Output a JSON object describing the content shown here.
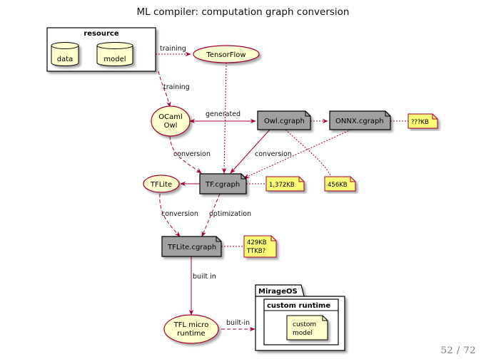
{
  "title": "ML compiler: computation graph conversion",
  "resource": {
    "label": "resource",
    "items": [
      "data",
      "model"
    ]
  },
  "nodes": {
    "tensorflow": "TensorFlow",
    "owl": [
      "OCaml",
      "Owl"
    ],
    "owl_cgraph": "Owl.cgraph",
    "onnx_cgraph": "ONNX.cgraph",
    "tflite": "TFLite",
    "tf_cgraph": "TF.cgraph",
    "tflite_cgraph": "TFLite.cgraph",
    "tfl_micro": [
      "TFL micro",
      "runtime"
    ]
  },
  "notes": {
    "onnx_size": "???KB",
    "tf_size": "1,372KB",
    "owl_size": "456KB",
    "tflite_size": [
      "429KB",
      "TTKB?"
    ],
    "custom_model": [
      "custom",
      "model"
    ]
  },
  "packages": {
    "mirageos": "MirageOS",
    "custom_runtime": "custom runtime"
  },
  "edges": {
    "training": "training",
    "generated": "generated",
    "conversion": "conversion",
    "optimization": "optimization",
    "built_in": "built in",
    "built_in_dash": "built-in"
  },
  "colors": {
    "edge": "#a80036",
    "usecase_fill": "#fefece",
    "note_fill": "#fbfb77",
    "artifact_fill": "#a0a0a0",
    "box_stroke": "#000000"
  },
  "page": {
    "current": "52",
    "total": "72"
  }
}
